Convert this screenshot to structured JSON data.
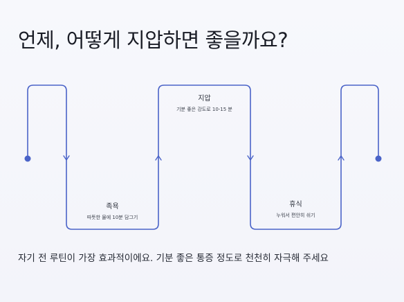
{
  "title": "언제, 어떻게 지압하면 좋을까요?",
  "steps": [
    {
      "name": "족욕",
      "desc": "따뜻한 물에 10분 담그기"
    },
    {
      "name": "지압",
      "desc": "기분 좋은 강도로 10-15 분"
    },
    {
      "name": "휴식",
      "desc": "누워서 편안히 쉬기"
    }
  ],
  "footer": "자기 전 루틴이 가장 효과적이에요. 기분 좋은 통증 정도로 천천히 자극해 주세요",
  "colors": {
    "line": "#4a63c8",
    "background": "#f5f6fb"
  }
}
